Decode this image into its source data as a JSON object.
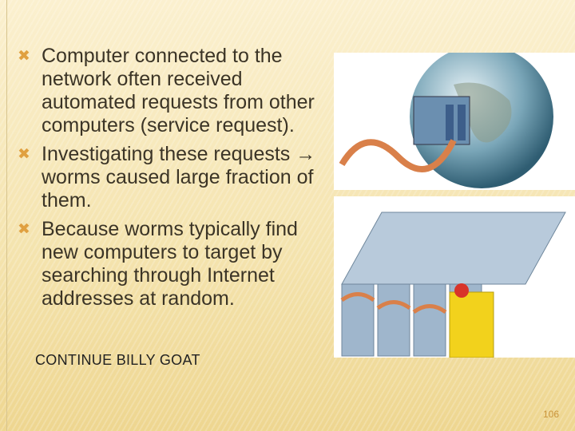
{
  "bullets": [
    {
      "icon": "x-bullet-icon",
      "text": "Computer connected to the network often received automated requests from other computers (service request)."
    },
    {
      "icon": "x-bullet-icon",
      "text": "Investigating these requests → worms caused large fraction of them."
    },
    {
      "icon": "x-bullet-icon",
      "text": "Because worms typically find new computers to target by searching through Internet addresses at random."
    }
  ],
  "caption": "CONTINUE BILLY GOAT",
  "page_number": "106",
  "colors": {
    "bullet": "#e0a040",
    "text": "#3b3426",
    "page_number": "#c9943a"
  }
}
